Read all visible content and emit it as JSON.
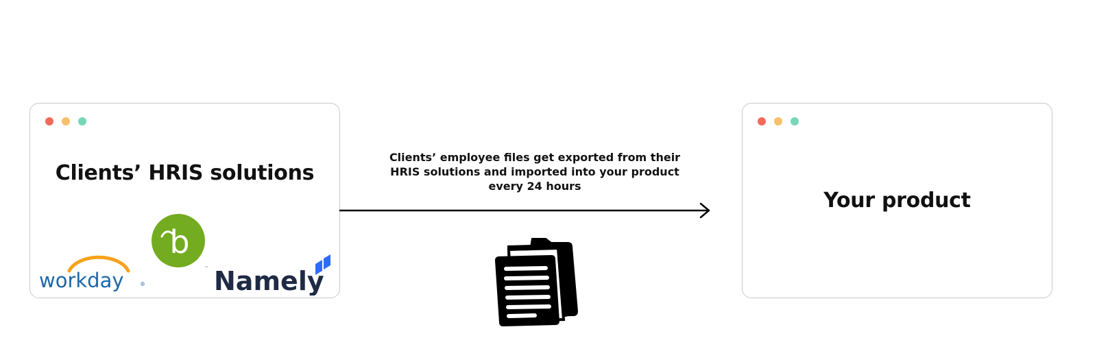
{
  "left_window": {
    "title": "Clients’ HRIS solutions",
    "window_dots": [
      "#f26a5a",
      "#f7c06a",
      "#78d6b8"
    ],
    "logos": {
      "workday": {
        "text": "workday",
        "text_color": "#1d67a8",
        "arc_color": "#f7a21b"
      },
      "bamboohr": {
        "letter": "b",
        "circle_color": "#73ac20"
      },
      "namely": {
        "text": "Namely",
        "text_color": "#1f2a44",
        "mark_color": "#2f6cf6"
      }
    }
  },
  "flow": {
    "caption": "Clients’ employee files get exported from their HRIS solutions and imported into your product every 24 hours",
    "icon": "files-icon"
  },
  "right_window": {
    "title": "Your product",
    "window_dots": [
      "#f26a5a",
      "#f7c06a",
      "#78d6b8"
    ]
  }
}
